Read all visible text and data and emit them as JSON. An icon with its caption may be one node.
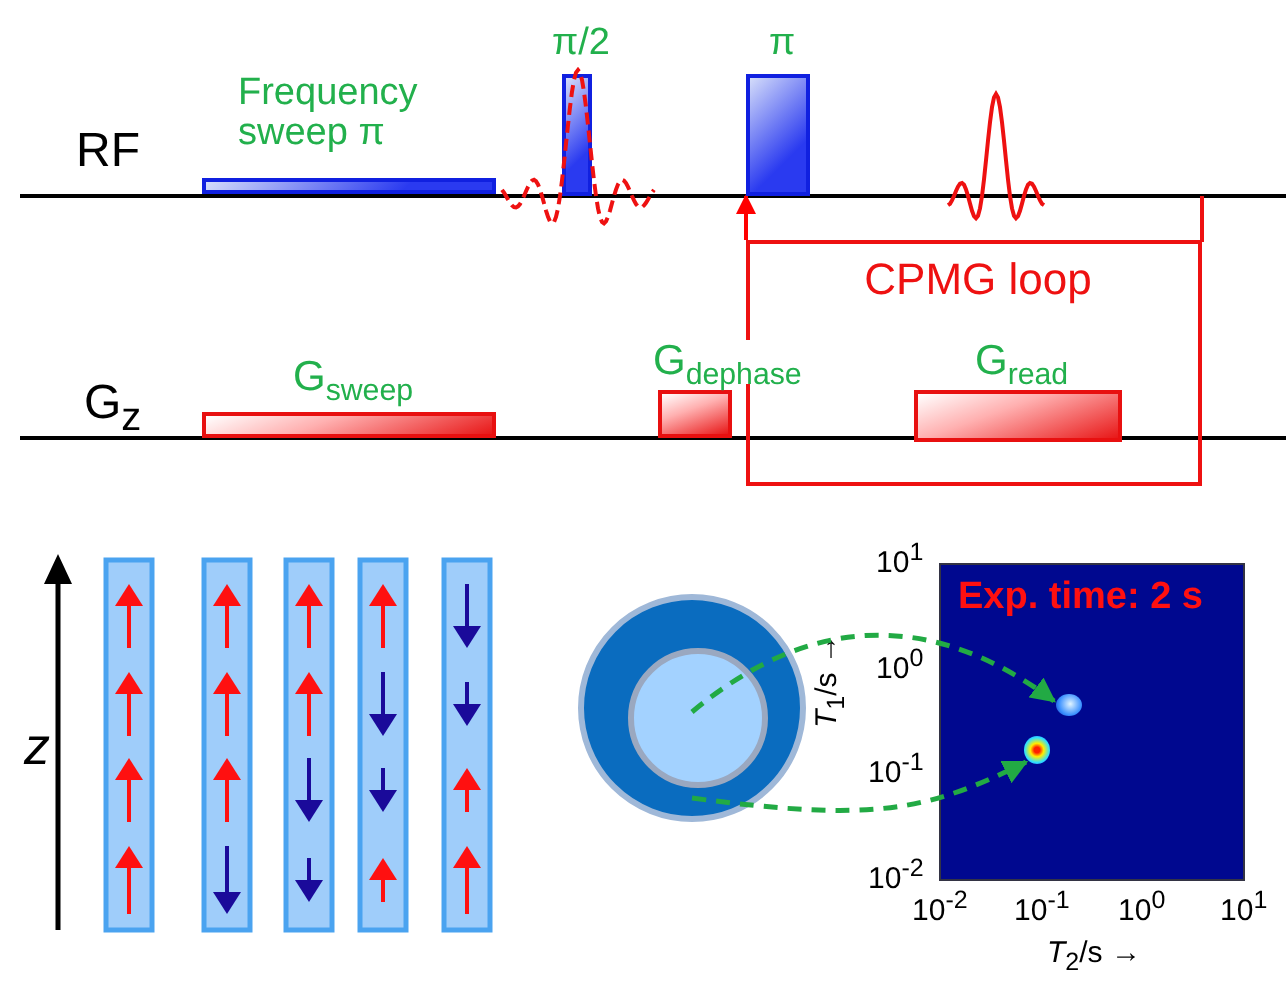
{
  "diagram": {
    "nodes": [
      {
        "text": [
          "Frequency sweep π"
        ]
      },
      {
        "text": [
          "π/2"
        ]
      },
      {
        "text": [
          "π"
        ]
      },
      {
        "text": [
          "CPMG loop"
        ]
      },
      {
        "text": [
          "G$_{sweep}$"
        ]
      },
      {
        "text": [
          "G$_{dephase}$"
        ]
      },
      {
        "text": [
          "G$_{read}$"
        ],
        "in": 3
      },
      {
        "text": [],
        "shape": "circle"
      },
      {
        "text": [],
        "shape": "circle",
        "in": 7
      },
      {
        "text": [],
        "shape": "circle"
      },
      {
        "text": [],
        "shape": "circle"
      }
    ],
    "edges": [
      {
        "from": 3,
        "to": 2,
        "arrow": "to",
        "color": "#ff0000"
      },
      {
        "from": 8,
        "to": 9,
        "arrow": "to",
        "style": "dashed"
      },
      {
        "from": 7,
        "to": 10,
        "arrow": "to",
        "style": "dashed"
      }
    ],
    "labels": [
      "RF",
      "G$_{z}$",
      "z",
      "Exp. time: 2 s",
      "10$^{1}$",
      "10$^{0}$",
      "10$^{-1}$",
      "10$^{-2}$",
      "*T*$_{1}$/s →",
      "10$^{-2}$",
      "10$^{-1}$",
      "10$^{0}$",
      "10$^{1}$",
      "*T*$_{2}$/s →"
    ]
  }
}
